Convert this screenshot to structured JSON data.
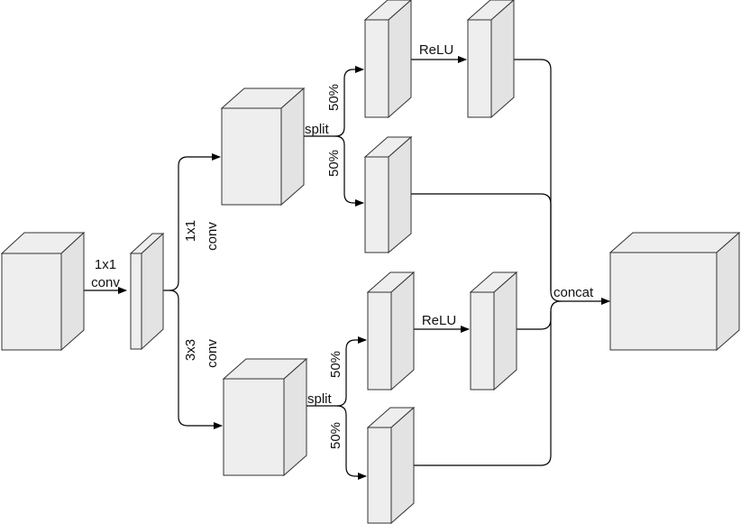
{
  "labels": {
    "conv1x1_in_line1": "1x1",
    "conv1x1_in_line2": "conv",
    "branch_top_line1": "1x1",
    "branch_top_line2": "conv",
    "branch_bot_line1": "3x3",
    "branch_bot_line2": "conv",
    "split_top": "split",
    "split_bot": "split",
    "pct_top_a": "50%",
    "pct_top_b": "50%",
    "pct_bot_a": "50%",
    "pct_bot_b": "50%",
    "relu_top": "ReLU",
    "relu_bot": "ReLU",
    "concat": "concat"
  },
  "colors": {
    "box_face": "#eeeeee",
    "box_side": "#e3e3e3",
    "stroke": "#333333",
    "arrow": "#000000"
  }
}
